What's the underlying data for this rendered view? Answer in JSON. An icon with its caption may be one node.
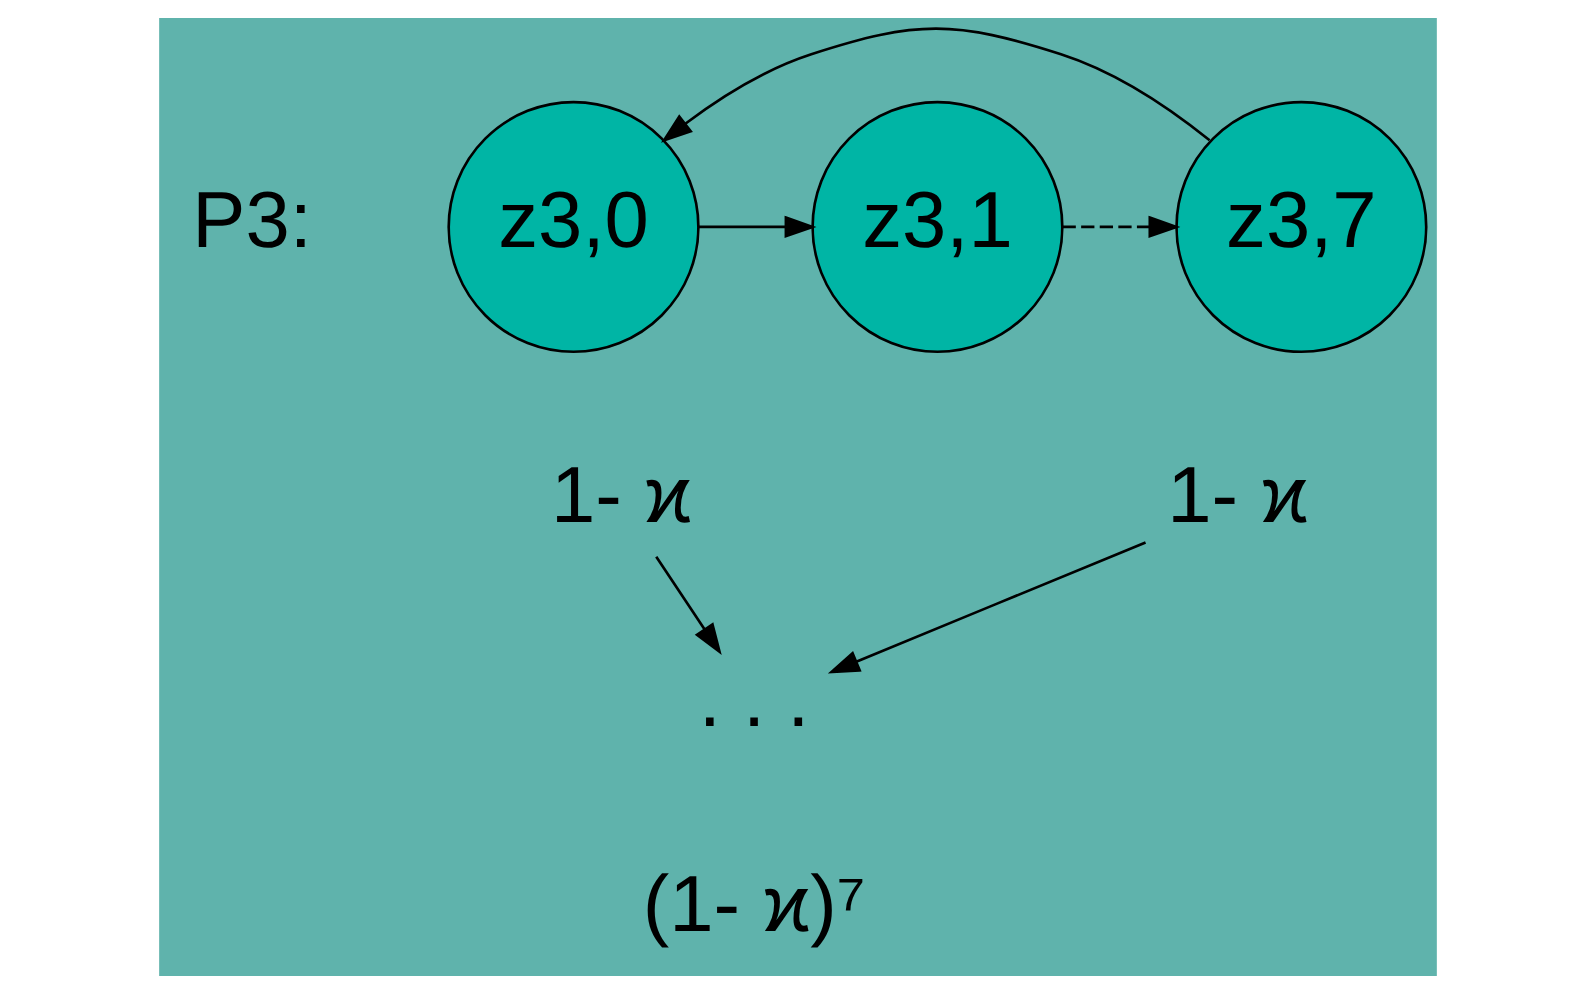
{
  "diagram": {
    "nodes": [
      {
        "text": [
          "z3,0"
        ]
      },
      {
        "text": [
          "z3,1"
        ]
      },
      {
        "text": [
          "z3,7"
        ]
      },
      {
        "text": [
          "1- ϰ"
        ]
      },
      {
        "text": [
          "1- ϰ"
        ]
      },
      {
        "text": [
          ". . ."
        ]
      }
    ],
    "edges": [
      {
        "from": 0,
        "to": 1,
        "arrow": "to"
      },
      {
        "from": 1,
        "to": 2,
        "arrow": "to",
        "style": "dashed"
      },
      {
        "from": 2,
        "to": 0,
        "arrow": "to"
      },
      {
        "from": 3,
        "to": 5,
        "arrow": "to"
      },
      {
        "from": 4,
        "to": 5,
        "arrow": "to"
      }
    ],
    "labels": [
      "P3:",
      "(1- ϰ)⁷"
    ]
  }
}
